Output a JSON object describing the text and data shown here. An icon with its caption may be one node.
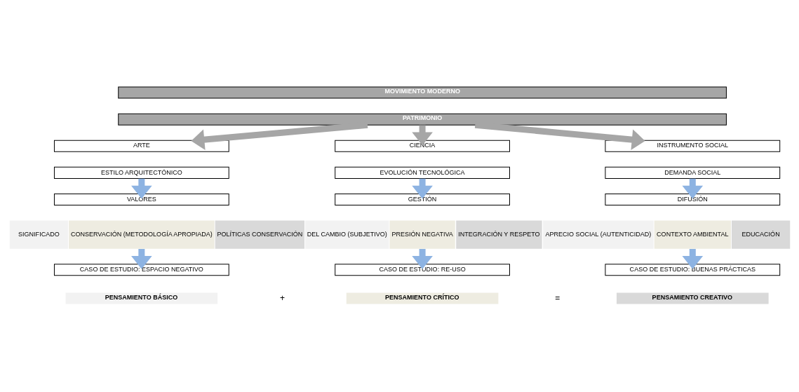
{
  "diagram": {
    "nodes": [
      {
        "text": [
          "MOVIMIENTO MODERNO"
        ]
      },
      {
        "text": [
          "PATRIMONIO"
        ]
      },
      {
        "text": [
          "ARTE"
        ]
      },
      {
        "text": [
          "CIENCIA"
        ]
      },
      {
        "text": [
          "INSTRUMENTO SOCIAL"
        ]
      },
      {
        "text": [
          "ESTILO ARQUITECTÓNICO"
        ]
      },
      {
        "text": [
          "EVOLUCIÓN TECNOLÓGICA"
        ]
      },
      {
        "text": [
          "DEMANDA SOCIAL"
        ]
      },
      {
        "text": [
          "VALORES"
        ]
      },
      {
        "text": [
          "GESTIÓN"
        ]
      },
      {
        "text": [
          "DIFUSIÓN"
        ]
      },
      {
        "text": [
          "SIGNIFICADO"
        ]
      },
      {
        "text": [
          "CONSERVACIÓN (METODOLOGÍA APROPIADA)"
        ]
      },
      {
        "text": [
          "POLÍTICAS CONSERVACIÓN"
        ]
      },
      {
        "text": [
          "DEL CAMBIO (SUBJETIVO)"
        ]
      },
      {
        "text": [
          "PRESIÓN NEGATIVA"
        ]
      },
      {
        "text": [
          "INTEGRACIÓN Y RESPETO"
        ]
      },
      {
        "text": [
          "APRECIO SOCIAL (AUTENTICIDAD)"
        ]
      },
      {
        "text": [
          "CONTEXTO AMBIENTAL"
        ]
      },
      {
        "text": [
          "EDUCACIÓN"
        ]
      },
      {
        "text": [
          "CASO DE ESTUDIO: ESPACIO NEGATIVO"
        ]
      },
      {
        "text": [
          "CASO DE ESTUDIO: RE-USO"
        ]
      },
      {
        "text": [
          "CASO DE ESTUDIO: BUENAS PRÁCTICAS"
        ]
      },
      {
        "text": [
          "PENSAMIENTO BÁSICO"
        ]
      },
      {
        "text": [
          "PENSAMIENTO CRÍTICO"
        ]
      },
      {
        "text": [
          "PENSAMIENTO CREATIVO"
        ]
      }
    ],
    "edges": [
      {
        "from": 1,
        "to": 2,
        "arrow": "to",
        "color": "#a6a6a6"
      },
      {
        "from": 1,
        "to": 3,
        "arrow": "to",
        "color": "#a6a6a6"
      },
      {
        "from": 1,
        "to": 4,
        "arrow": "to",
        "color": "#a6a6a6"
      },
      {
        "from": 5,
        "to": 8,
        "arrow": "to"
      },
      {
        "from": 6,
        "to": 9,
        "arrow": "to"
      },
      {
        "from": 7,
        "to": 10,
        "arrow": "to"
      },
      {
        "from": 12,
        "to": 20,
        "arrow": "to"
      },
      {
        "from": 15,
        "to": 21,
        "arrow": "to"
      },
      {
        "from": 18,
        "to": 22,
        "arrow": "to"
      }
    ],
    "labels": [
      "+",
      "="
    ]
  }
}
